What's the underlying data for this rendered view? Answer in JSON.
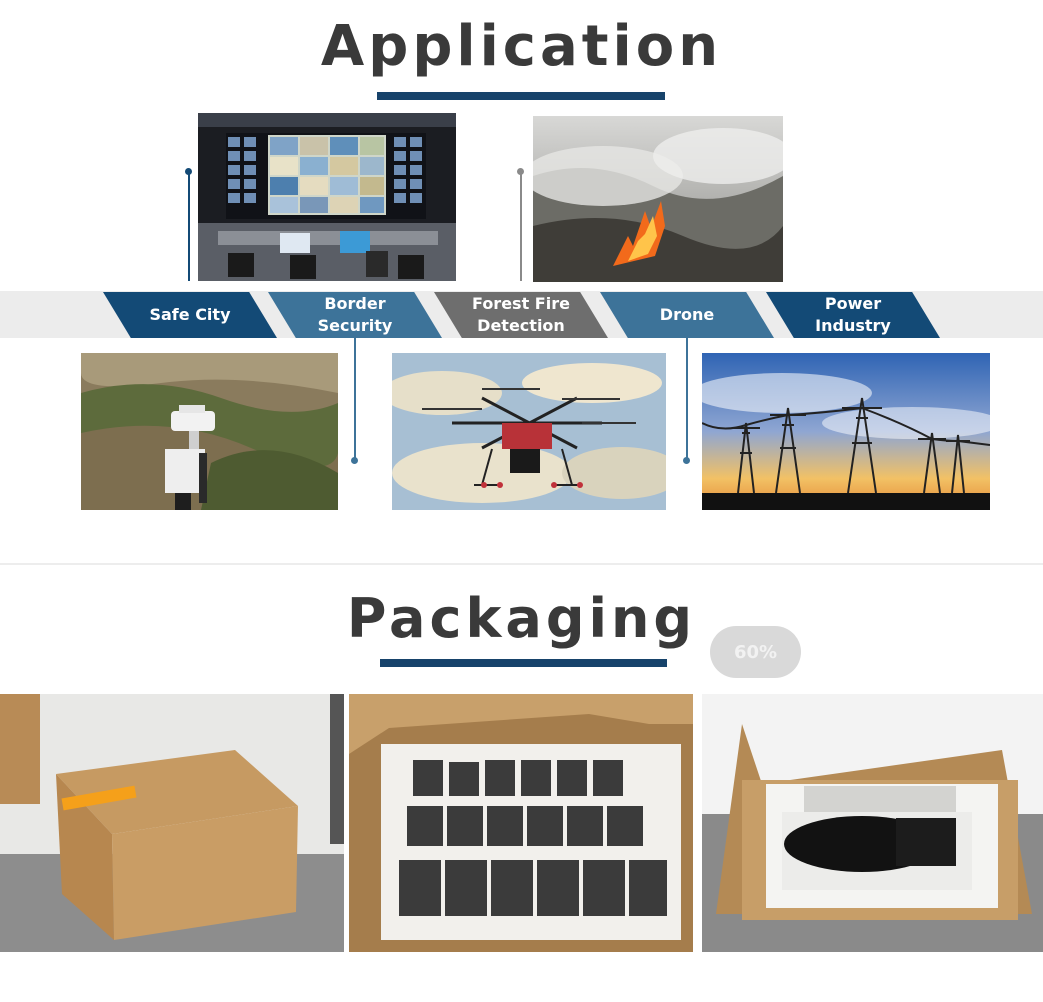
{
  "application": {
    "title": "Application",
    "tags": [
      {
        "label": "Safe City",
        "color": "#134a76"
      },
      {
        "label": "Border\nSecurity",
        "color": "#3d7399"
      },
      {
        "label": "Forest Fire\nDetection",
        "color": "#6e6e6e"
      },
      {
        "label": "Drone",
        "color": "#3d7399"
      },
      {
        "label": "Power\nIndustry",
        "color": "#134a76"
      }
    ]
  },
  "packaging": {
    "title": "Packaging",
    "zoom_badge": "60%"
  },
  "colors": {
    "accent": "#17436b",
    "title_text": "#3a3a3a"
  }
}
